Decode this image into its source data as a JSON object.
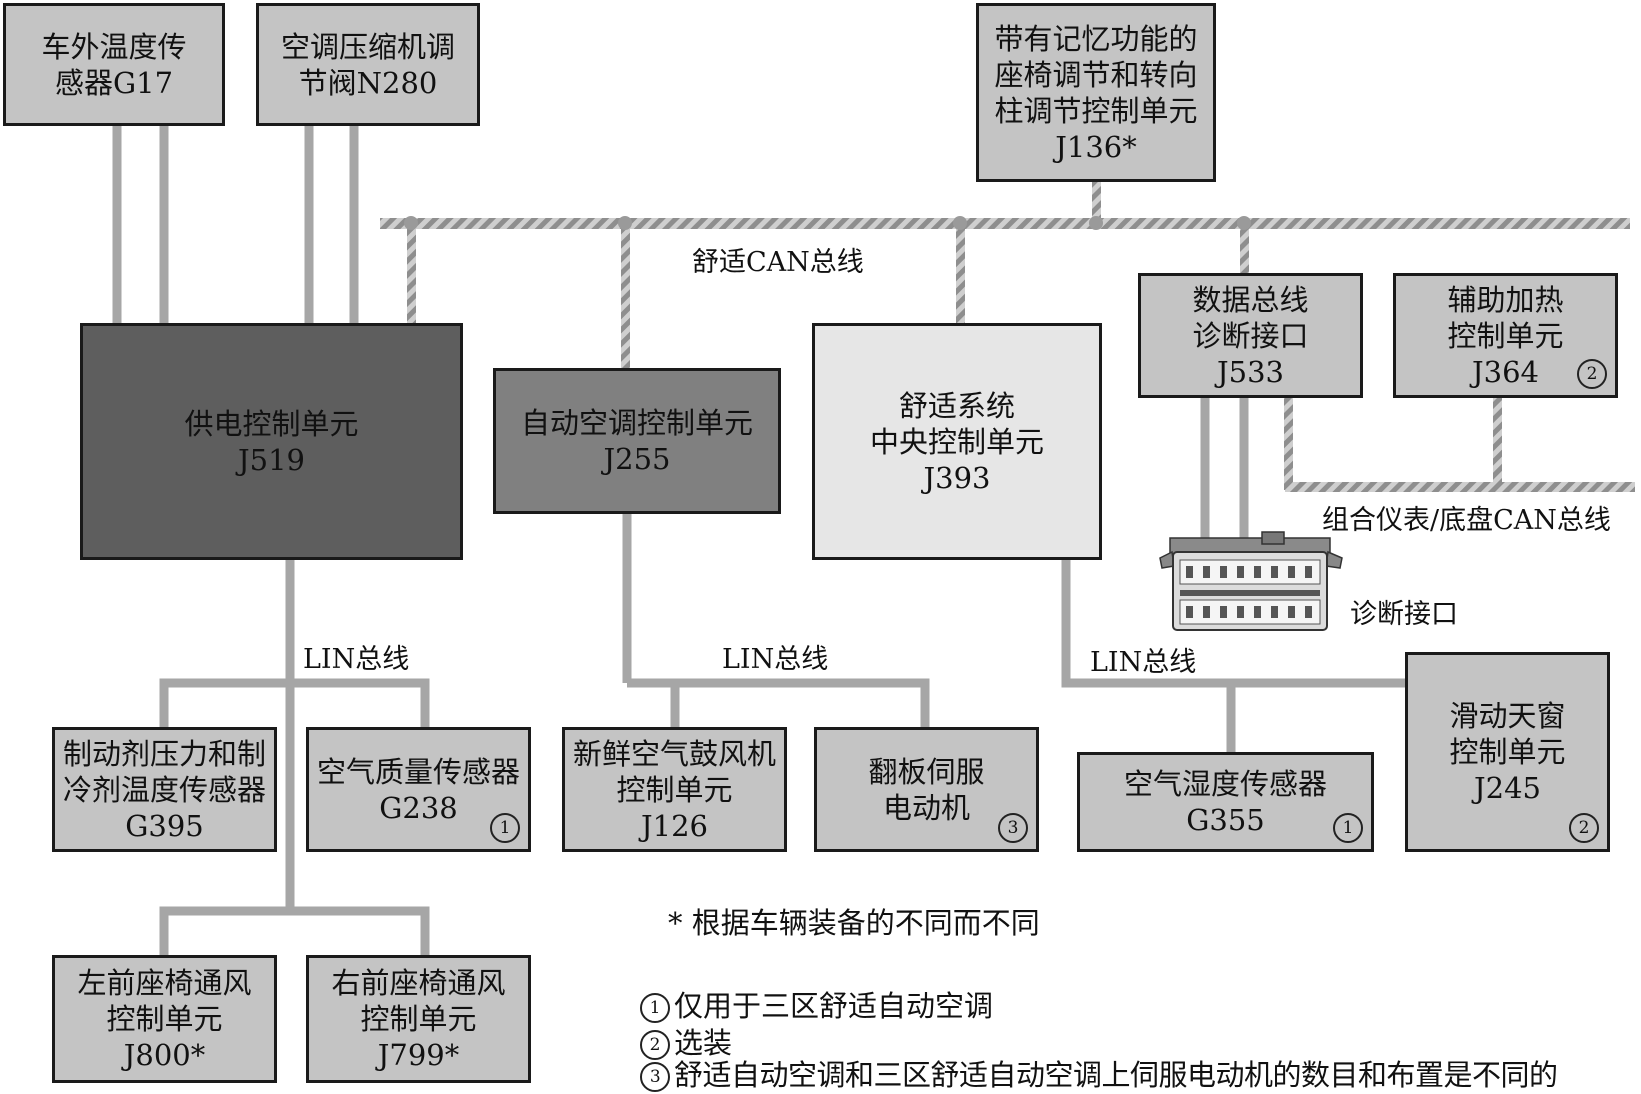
{
  "modules": {
    "g17": {
      "line1": "车外温度传",
      "line2": "感器G17"
    },
    "n280": {
      "line1": "空调压缩机调",
      "line2": "节阀N280"
    },
    "j136": {
      "line1": "带有记忆功能的",
      "line2": "座椅调节和转向",
      "line3": "柱调节控制单元",
      "code": "J136*"
    },
    "j519": {
      "line1": "供电控制单元",
      "code": "J519"
    },
    "j255": {
      "line1": "自动空调控制单元",
      "code": "J255"
    },
    "j393": {
      "line1": "舒适系统",
      "line2": "中央控制单元",
      "code": "J393"
    },
    "j533": {
      "line1": "数据总线",
      "line2": "诊断接口",
      "code": "J533"
    },
    "j364": {
      "line1": "辅助加热",
      "line2": "控制单元",
      "code": "J364",
      "badge": "2"
    },
    "g395": {
      "line1": "制动剂压力和制",
      "line2": "冷剂温度传感器",
      "code": "G395"
    },
    "g238": {
      "line1": "空气质量传感器",
      "code": "G238",
      "badge": "1"
    },
    "j126": {
      "line1": "新鲜空气鼓风机",
      "line2": "控制单元",
      "code": "J126"
    },
    "flap": {
      "line1": "翻板伺服",
      "line2": "电动机",
      "badge": "3"
    },
    "g355": {
      "line1": "空气湿度传感器",
      "code": "G355",
      "badge": "1"
    },
    "j245": {
      "line1": "滑动天窗",
      "line2": "控制单元",
      "code": "J245",
      "badge": "2"
    },
    "j800": {
      "line1": "左前座椅通风",
      "line2": "控制单元",
      "code": "J800*"
    },
    "j799": {
      "line1": "右前座椅通风",
      "line2": "控制单元",
      "code": "J799*"
    }
  },
  "bus_labels": {
    "comfort_can": "舒适CAN总线",
    "instrument_can": "组合仪表/底盘CAN总线",
    "lin_1": "LIN总线",
    "lin_2": "LIN总线",
    "lin_3": "LIN总线",
    "diag_port": "诊断接口"
  },
  "legend": {
    "star": "* 根据车辆装备的不同而不同",
    "note1_mark": "1",
    "note1": "仅用于三区舒适自动空调",
    "note2_mark": "2",
    "note2": "选装",
    "note3_mark": "3",
    "note3": "舒适自动空调和三区舒适自动空调上伺服电动机的数目和布置是不同的"
  },
  "colors": {
    "box_light": "#c4c4c4",
    "box_dark": "#5e5e5e",
    "box_mid": "#808080",
    "box_white": "#e6e6e6",
    "wire": "#a8a8a8",
    "bus_hatch": "#8a8a8a"
  }
}
